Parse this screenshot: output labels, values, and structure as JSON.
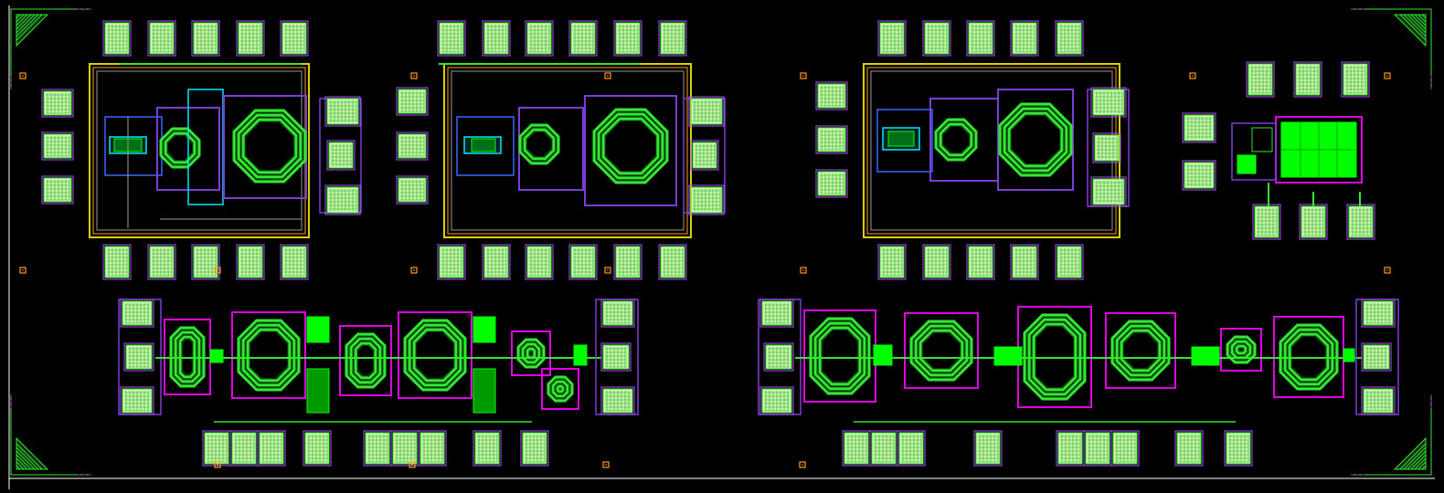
{
  "colors": {
    "background": "#000000",
    "pad_fill": "#c8f7a8",
    "pad_grid": "#2fa02f",
    "pad_border": "#b34dff",
    "metal_green": "#33e633",
    "metal_bright": "#00ff00",
    "magenta": "#e100e1",
    "purple": "#7a3dd6",
    "blue": "#3a66ff",
    "cyan": "#00e6ff",
    "yellow": "#d8d000",
    "orange": "#ff9a1a",
    "white": "#ffffff"
  },
  "blocks": [
    {
      "id": "chip-top-1",
      "kind": "oscillator"
    },
    {
      "id": "chip-top-2",
      "kind": "oscillator"
    },
    {
      "id": "chip-top-3",
      "kind": "oscillator"
    },
    {
      "id": "chip-top-4",
      "kind": "capacitor-array"
    },
    {
      "id": "chip-bottom-1",
      "kind": "amplifier-chain"
    },
    {
      "id": "chip-bottom-2",
      "kind": "amplifier-chain"
    }
  ],
  "icons": {
    "corner_marker": "alignment-corner-icon",
    "small_marker": "orange-marker-icon",
    "inductor": "octagonal-inductor-icon",
    "pad": "bond-pad-icon"
  }
}
